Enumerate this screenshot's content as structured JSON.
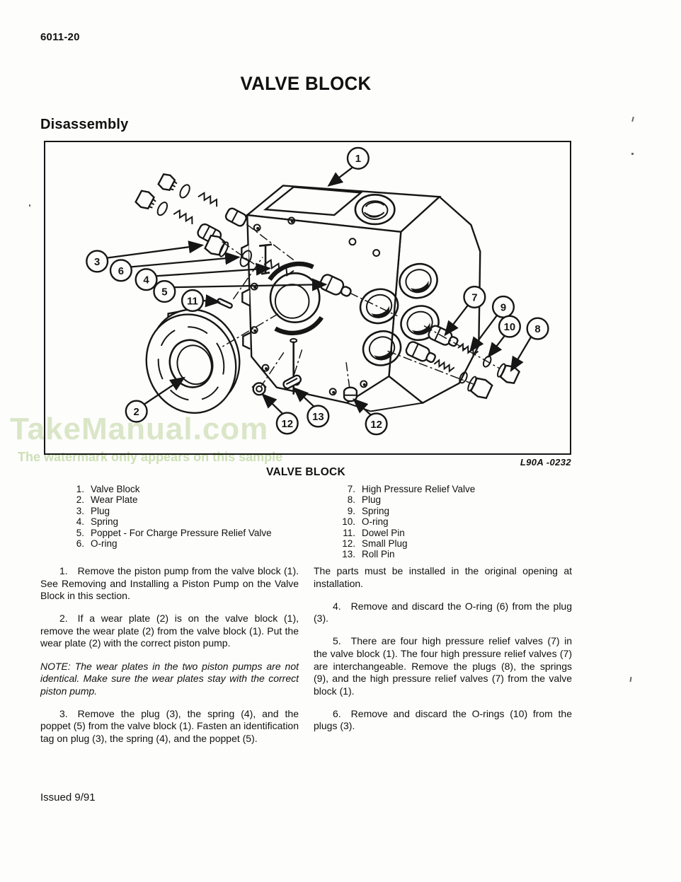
{
  "page": {
    "code": "6011-20",
    "title": "VALVE BLOCK",
    "section": "Disassembly",
    "footer": "Issued 9/91"
  },
  "figure": {
    "id_label": "L90A -0232",
    "caption": "VALVE BLOCK",
    "callouts": [
      "1",
      "3",
      "6",
      "4",
      "5",
      "11",
      "2",
      "12",
      "13",
      "12",
      "7",
      "9",
      "10",
      "8"
    ]
  },
  "watermark": {
    "text": "TakeManual.com",
    "tagline": "The watermark only appears on this sample",
    "color": "#dce8ca",
    "tagline_color": "#cfe2b6"
  },
  "parts_list": {
    "left": [
      {
        "num": "1.",
        "label": "Valve Block"
      },
      {
        "num": "2.",
        "label": "Wear Plate"
      },
      {
        "num": "3.",
        "label": "Plug"
      },
      {
        "num": "4.",
        "label": "Spring"
      },
      {
        "num": "5.",
        "label": "Poppet - For Charge Pressure Relief Valve"
      },
      {
        "num": "6.",
        "label": "O-ring"
      }
    ],
    "right": [
      {
        "num": "7.",
        "label": "High Pressure Relief Valve"
      },
      {
        "num": "8.",
        "label": "Plug"
      },
      {
        "num": "9.",
        "label": "Spring"
      },
      {
        "num": "10.",
        "label": "O-ring"
      },
      {
        "num": "11.",
        "label": "Dowel Pin"
      },
      {
        "num": "12.",
        "label": "Small Plug"
      },
      {
        "num": "13.",
        "label": "Roll Pin"
      }
    ]
  },
  "procedure": {
    "left_column": [
      {
        "type": "step",
        "num": "1.",
        "text": "Remove the piston pump from the valve block (1). See Removing and Installing a Piston Pump on the Valve Block in this section."
      },
      {
        "type": "step",
        "num": "2.",
        "text": "If a wear plate (2) is on the valve block (1), remove the wear plate (2) from the valve block (1). Put the wear plate (2) with the correct piston pump."
      },
      {
        "type": "note",
        "num": "",
        "text": "NOTE: The wear plates in the two piston pumps are not identical. Make sure the wear plates stay with the correct piston pump."
      },
      {
        "type": "step",
        "num": "3.",
        "text": "Remove the plug (3), the spring (4), and the poppet (5) from the valve block (1). Fasten an identification tag on plug (3), the spring (4), and the poppet (5)."
      }
    ],
    "right_column": [
      {
        "type": "plain",
        "num": "",
        "text": "The parts must be installed in the original opening at installation."
      },
      {
        "type": "step",
        "num": "4.",
        "text": "Remove and discard the O-ring (6) from the plug (3)."
      },
      {
        "type": "step",
        "num": "5.",
        "text": "There are four high pressure relief valves (7) in the valve block (1). The four high pressure relief valves (7) are interchangeable. Remove the plugs (8), the springs (9), and the high pressure relief valves (7) from the valve block (1)."
      },
      {
        "type": "step",
        "num": "6.",
        "text": "Remove and discard the O-rings (10) from the plugs (3)."
      }
    ]
  }
}
